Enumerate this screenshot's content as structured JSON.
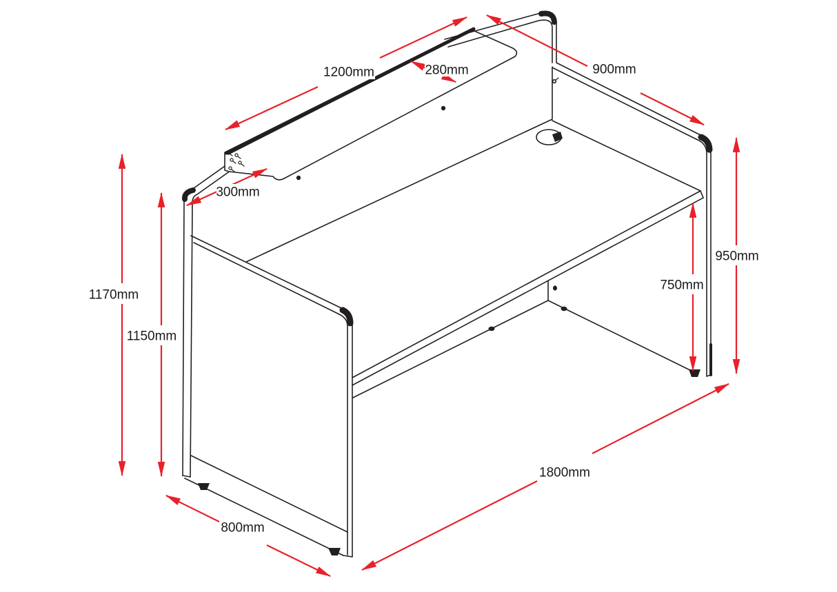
{
  "page": {
    "title": "Reception counter desk - isometric dimension drawing"
  },
  "diagram": {
    "type": "isometric-technical-drawing",
    "subject": "reception-counter-desk",
    "units": "mm",
    "colors": {
      "line": "#231f20",
      "dimension": "#e8212a",
      "background": "#ffffff",
      "label_text": "#1a1a1a"
    }
  },
  "dims": {
    "shelf_length": "1200mm",
    "shelf_depth": "280mm",
    "side_screen_depth": "900mm",
    "shelf_overhang": "300mm",
    "overall_height": "1170mm",
    "front_screen_height": "1150mm",
    "side_screen_height": "950mm",
    "worktop_height": "750mm",
    "desk_width": "1800mm",
    "desk_depth": "800mm"
  }
}
